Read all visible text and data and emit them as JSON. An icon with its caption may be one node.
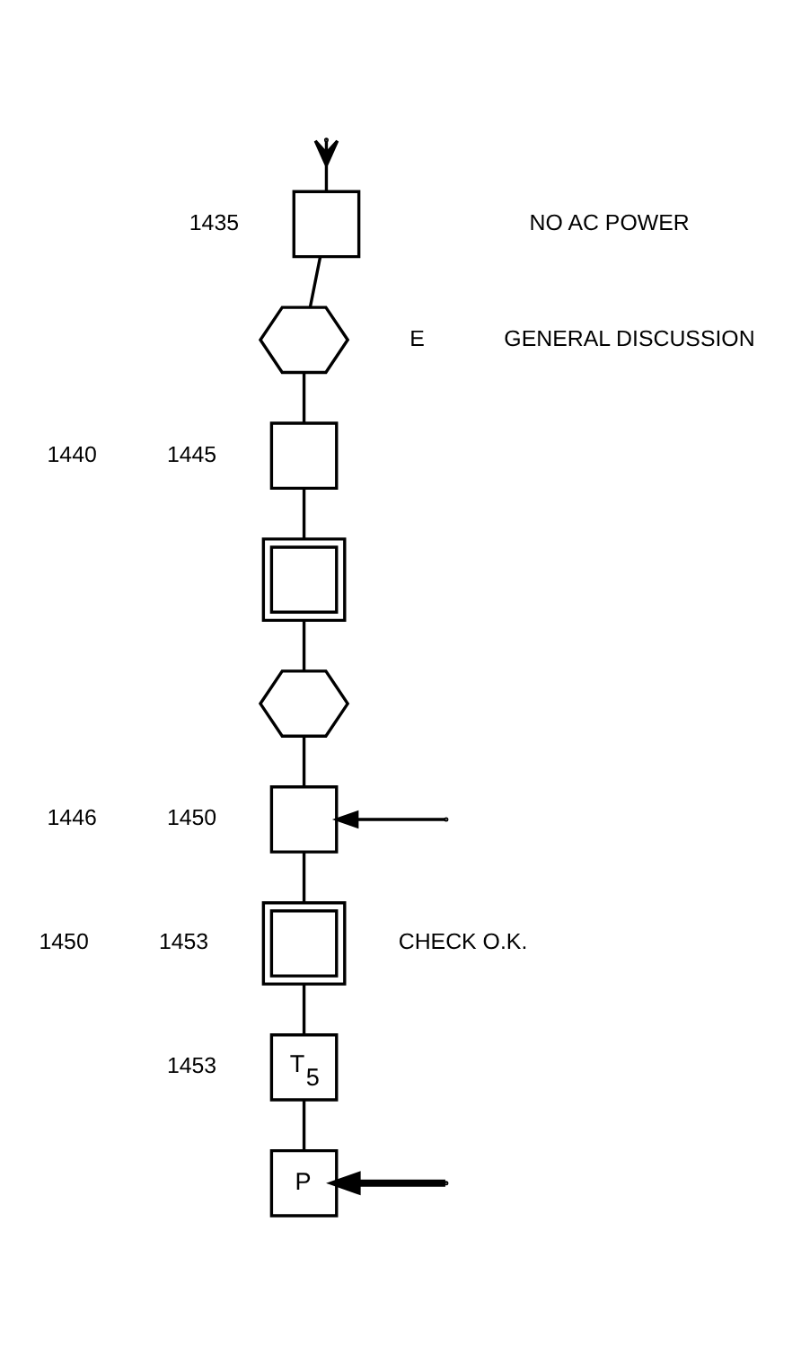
{
  "diagram": {
    "nodes": [
      {
        "text": [],
        "shape": "box",
        "beside": [
          "1435"
        ]
      },
      {
        "text": [],
        "shape": "hexagon",
        "beside": [
          "E"
        ]
      },
      {
        "text": [],
        "shape": "box",
        "beside": [
          "1440",
          "1445"
        ]
      },
      {
        "text": [],
        "shape": "box"
      },
      {
        "text": [],
        "shape": "hexagon"
      },
      {
        "text": [],
        "shape": "box",
        "beside": [
          "1446",
          "1450"
        ]
      },
      {
        "text": [],
        "shape": "box",
        "beside": [
          "1450",
          "1453",
          "CHECK O.K."
        ]
      },
      {
        "text": [
          "T$_{5}$"
        ],
        "beside": [
          "1453"
        ]
      },
      {
        "text": [
          "P"
        ]
      }
    ],
    "edges": [
      {
        "from": null,
        "to": 0,
        "arrow": "other"
      },
      {
        "from": 0,
        "to": 1,
        "arrow": "none"
      },
      {
        "from": 1,
        "to": 2,
        "arrow": "none"
      },
      {
        "from": 2,
        "to": 3,
        "arrow": "none"
      },
      {
        "from": 3,
        "to": 4,
        "arrow": "none"
      },
      {
        "from": 4,
        "to": 5,
        "arrow": "none"
      },
      {
        "from": null,
        "to": 5,
        "arrow": "to"
      },
      {
        "from": 5,
        "to": 6,
        "arrow": "none"
      },
      {
        "from": 6,
        "to": 7,
        "arrow": "none"
      },
      {
        "from": 7,
        "to": 8,
        "arrow": "none"
      },
      {
        "from": null,
        "to": 8,
        "arrow": "to",
        "style": "thick"
      }
    ],
    "labels": [
      "NO AC POWER",
      "GENERAL DISCUSSION"
    ]
  }
}
